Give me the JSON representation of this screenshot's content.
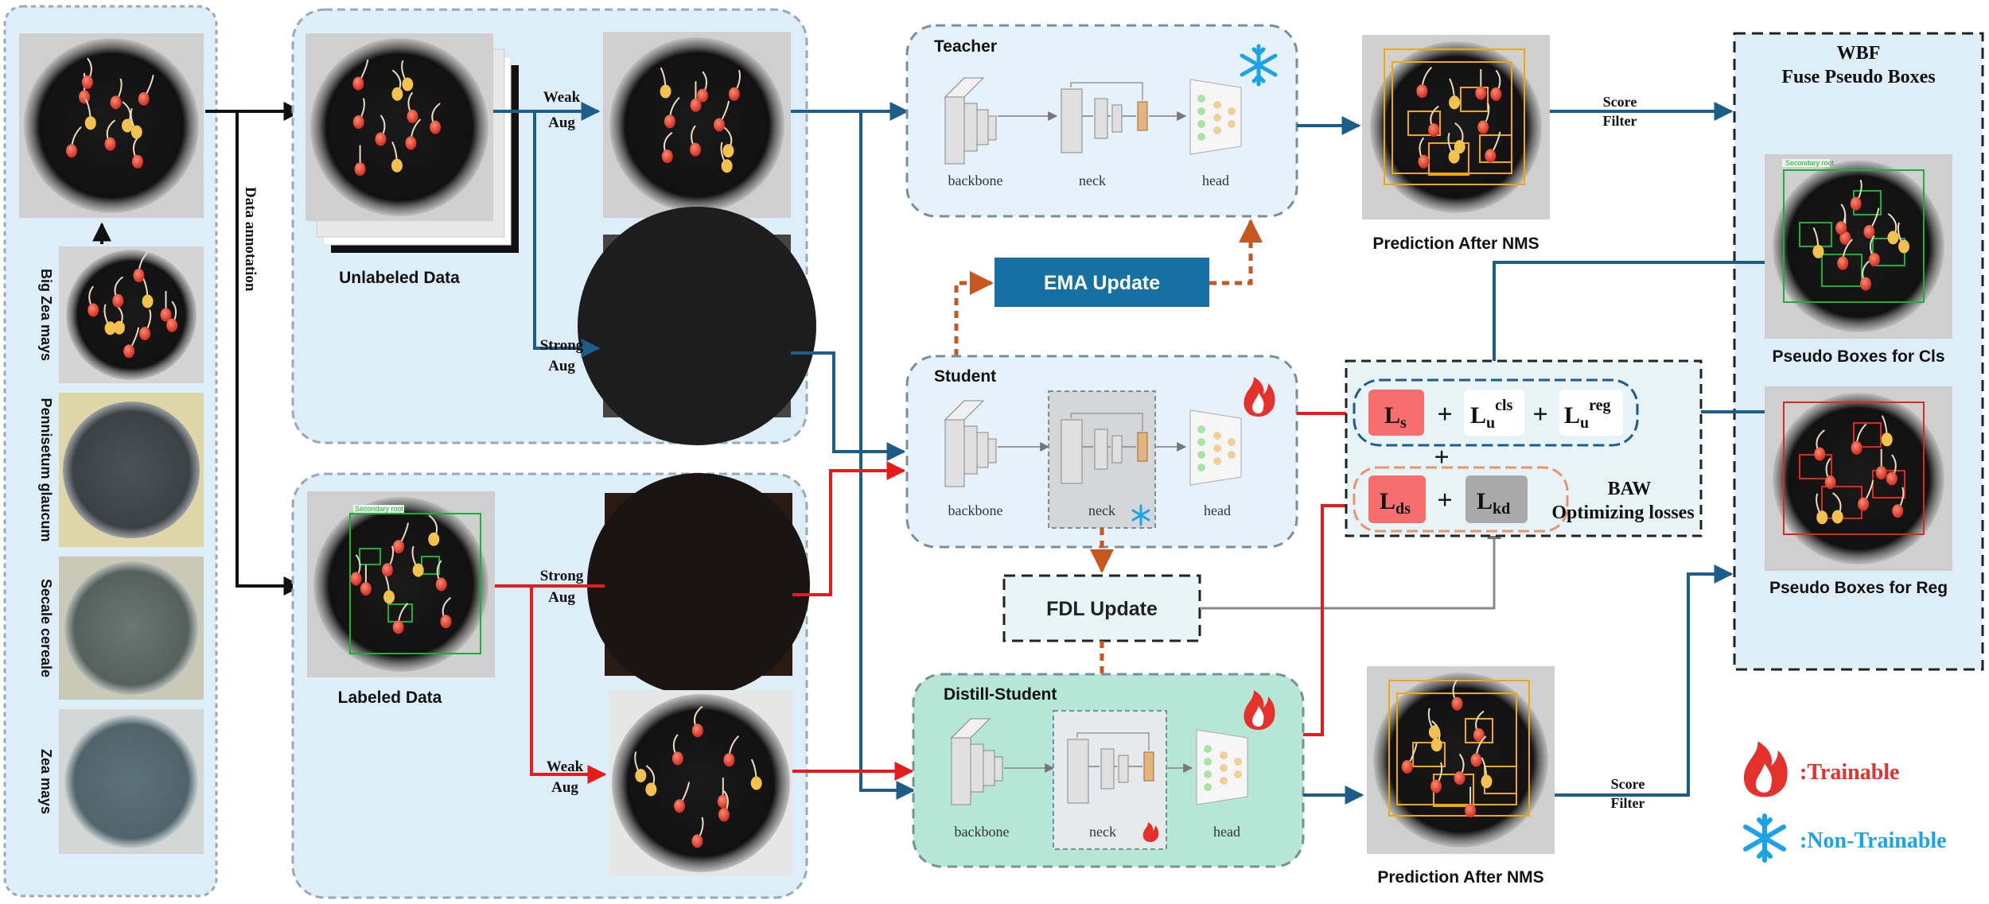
{
  "left_panel": {
    "species": [
      "Big Zea mays",
      "Pennisetum glaucum",
      "Secale cereale",
      "Zea mays"
    ]
  },
  "annotation_label": "Data annotation",
  "unlabeled": {
    "caption": "Unlabeled Data",
    "weak_aug": [
      "Weak",
      "Aug"
    ],
    "strong_aug": [
      "Strong",
      "Aug"
    ]
  },
  "labeled": {
    "caption": "Labeled Data",
    "strong_aug": [
      "Strong",
      "Aug"
    ],
    "weak_aug": [
      "Weak",
      "Aug"
    ],
    "annot_text": "Secondary root"
  },
  "teacher": {
    "title": "Teacher",
    "backbone": "backbone",
    "neck": "neck",
    "head": "head"
  },
  "student": {
    "title": "Student",
    "backbone": "backbone",
    "neck": "neck",
    "head": "head"
  },
  "distill": {
    "title": "Distill-Student",
    "backbone": "backbone",
    "neck": "neck",
    "head": "head"
  },
  "ema": {
    "label": "EMA Update"
  },
  "fdl": {
    "label": "FDL Update"
  },
  "pred_top": {
    "caption": "Prediction After NMS",
    "filter": [
      "Score",
      "Filter"
    ]
  },
  "pred_bottom": {
    "caption": "Prediction After NMS",
    "filter": [
      "Score",
      "Filter"
    ]
  },
  "wbf": {
    "title": [
      "WBF",
      "Fuse Pseudo Boxes"
    ],
    "cls_caption": "Pseudo Boxes for Cls",
    "reg_caption": "Pseudo Boxes for Reg",
    "annot_text": "Secondary root"
  },
  "losses": {
    "ls": {
      "base": "L",
      "sub": "s"
    },
    "lu_cls": {
      "base": "L",
      "sub": "u",
      "sup": "cls"
    },
    "lu_reg": {
      "base": "L",
      "sub": "u",
      "sup": "reg"
    },
    "lds": {
      "base": "L",
      "sub": "ds"
    },
    "lkd": {
      "base": "L",
      "sub": "kd"
    },
    "plus": "+",
    "baw": [
      "BAW",
      "Optimizing losses"
    ]
  },
  "legend": {
    "trainable": ":Trainable",
    "non_trainable": ":Non-Trainable"
  },
  "colors": {
    "blue_arrow": "#1c5d8a",
    "red_arrow": "#e51c1c",
    "orange_dashed": "#c8561f",
    "ema_fill": "#1670a2",
    "fire": "#e4312b",
    "snow": "#1aa3e8",
    "yolo_box": "#f2a800",
    "cls_box": "#19b03a",
    "reg_box": "#e0261d"
  }
}
